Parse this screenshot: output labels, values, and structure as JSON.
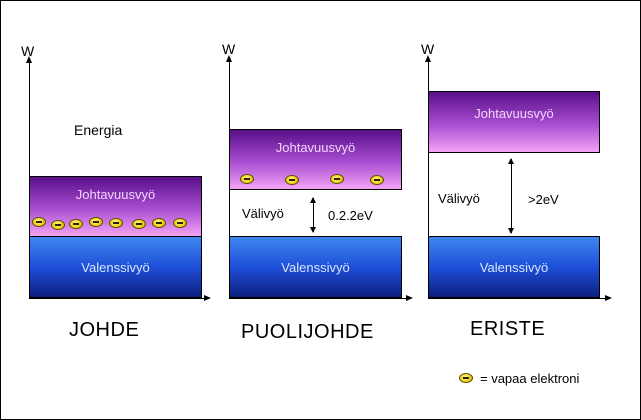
{
  "axis_label": "W",
  "panels": [
    {
      "title": "JOHDE",
      "extra_label": "Energia",
      "conduction_label": "Johtavuusvyö",
      "valence_label": "Valenssivyö"
    },
    {
      "title": "PUOLIJOHDE",
      "gap_label": "Välivyö",
      "gap_value": "0.2.2eV",
      "conduction_label": "Johtavuusvyö",
      "valence_label": "Valenssivyö"
    },
    {
      "title": "ERISTE",
      "gap_label": "Välivyö",
      "gap_value": ">2eV",
      "conduction_label": "Johtavuusvyö",
      "valence_label": "Valenssivyö"
    }
  ],
  "legend": {
    "text": "= vapaa elektroni"
  },
  "colors": {
    "valence_top": "#3f86ee",
    "valence_bottom": "#0d1f7e",
    "conduction_top": "#5a0f8a",
    "conduction_bottom": "#f4a3f6",
    "electron": "#f1d21c"
  }
}
